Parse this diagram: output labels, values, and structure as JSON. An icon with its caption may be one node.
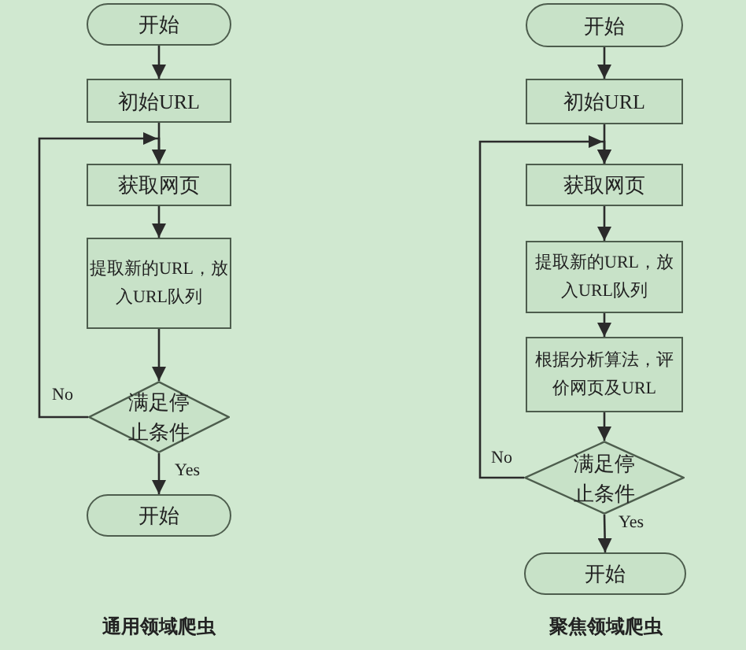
{
  "diagram": {
    "nodes": [
      {
        "text": [
          "开始"
        ]
      },
      {
        "text": [
          "初始URL"
        ]
      },
      {
        "text": [
          "获取网页"
        ]
      },
      {
        "text": [
          "提取新的URL，放入URL队列"
        ]
      },
      {
        "text": [
          "满足停止条件"
        ]
      },
      {
        "text": [
          "开始"
        ]
      },
      {
        "text": [
          "开始"
        ]
      },
      {
        "text": [
          "初始URL"
        ]
      },
      {
        "text": [
          "获取网页"
        ]
      },
      {
        "text": [
          "提取新的URL，放入URL队列"
        ]
      },
      {
        "text": [
          "根据分析算法，评价网页及URL"
        ]
      },
      {
        "text": [
          "满足停止条件"
        ]
      },
      {
        "text": [
          "开始"
        ]
      }
    ],
    "edges": [
      {
        "from": 0,
        "to": 1,
        "arrow": "to"
      },
      {
        "from": 1,
        "to": 2,
        "arrow": "to"
      },
      {
        "from": 2,
        "to": 3,
        "arrow": "to"
      },
      {
        "from": 3,
        "to": 4,
        "arrow": "to"
      },
      {
        "from": 4,
        "to": 2,
        "arrow": "to",
        "label": "No"
      },
      {
        "from": 4,
        "to": 5,
        "arrow": "to",
        "label": "Yes"
      },
      {
        "from": 6,
        "to": 7,
        "arrow": "to"
      },
      {
        "from": 7,
        "to": 8,
        "arrow": "to"
      },
      {
        "from": 8,
        "to": 9,
        "arrow": "to"
      },
      {
        "from": 9,
        "to": 10,
        "arrow": "to"
      },
      {
        "from": 10,
        "to": 11,
        "arrow": "to"
      },
      {
        "from": 11,
        "to": 8,
        "arrow": "to",
        "label": "No"
      },
      {
        "from": 11,
        "to": 12,
        "arrow": "to",
        "label": "Yes"
      }
    ],
    "labels": [
      "通用领域爬虫",
      "聚焦领域爬虫"
    ]
  }
}
